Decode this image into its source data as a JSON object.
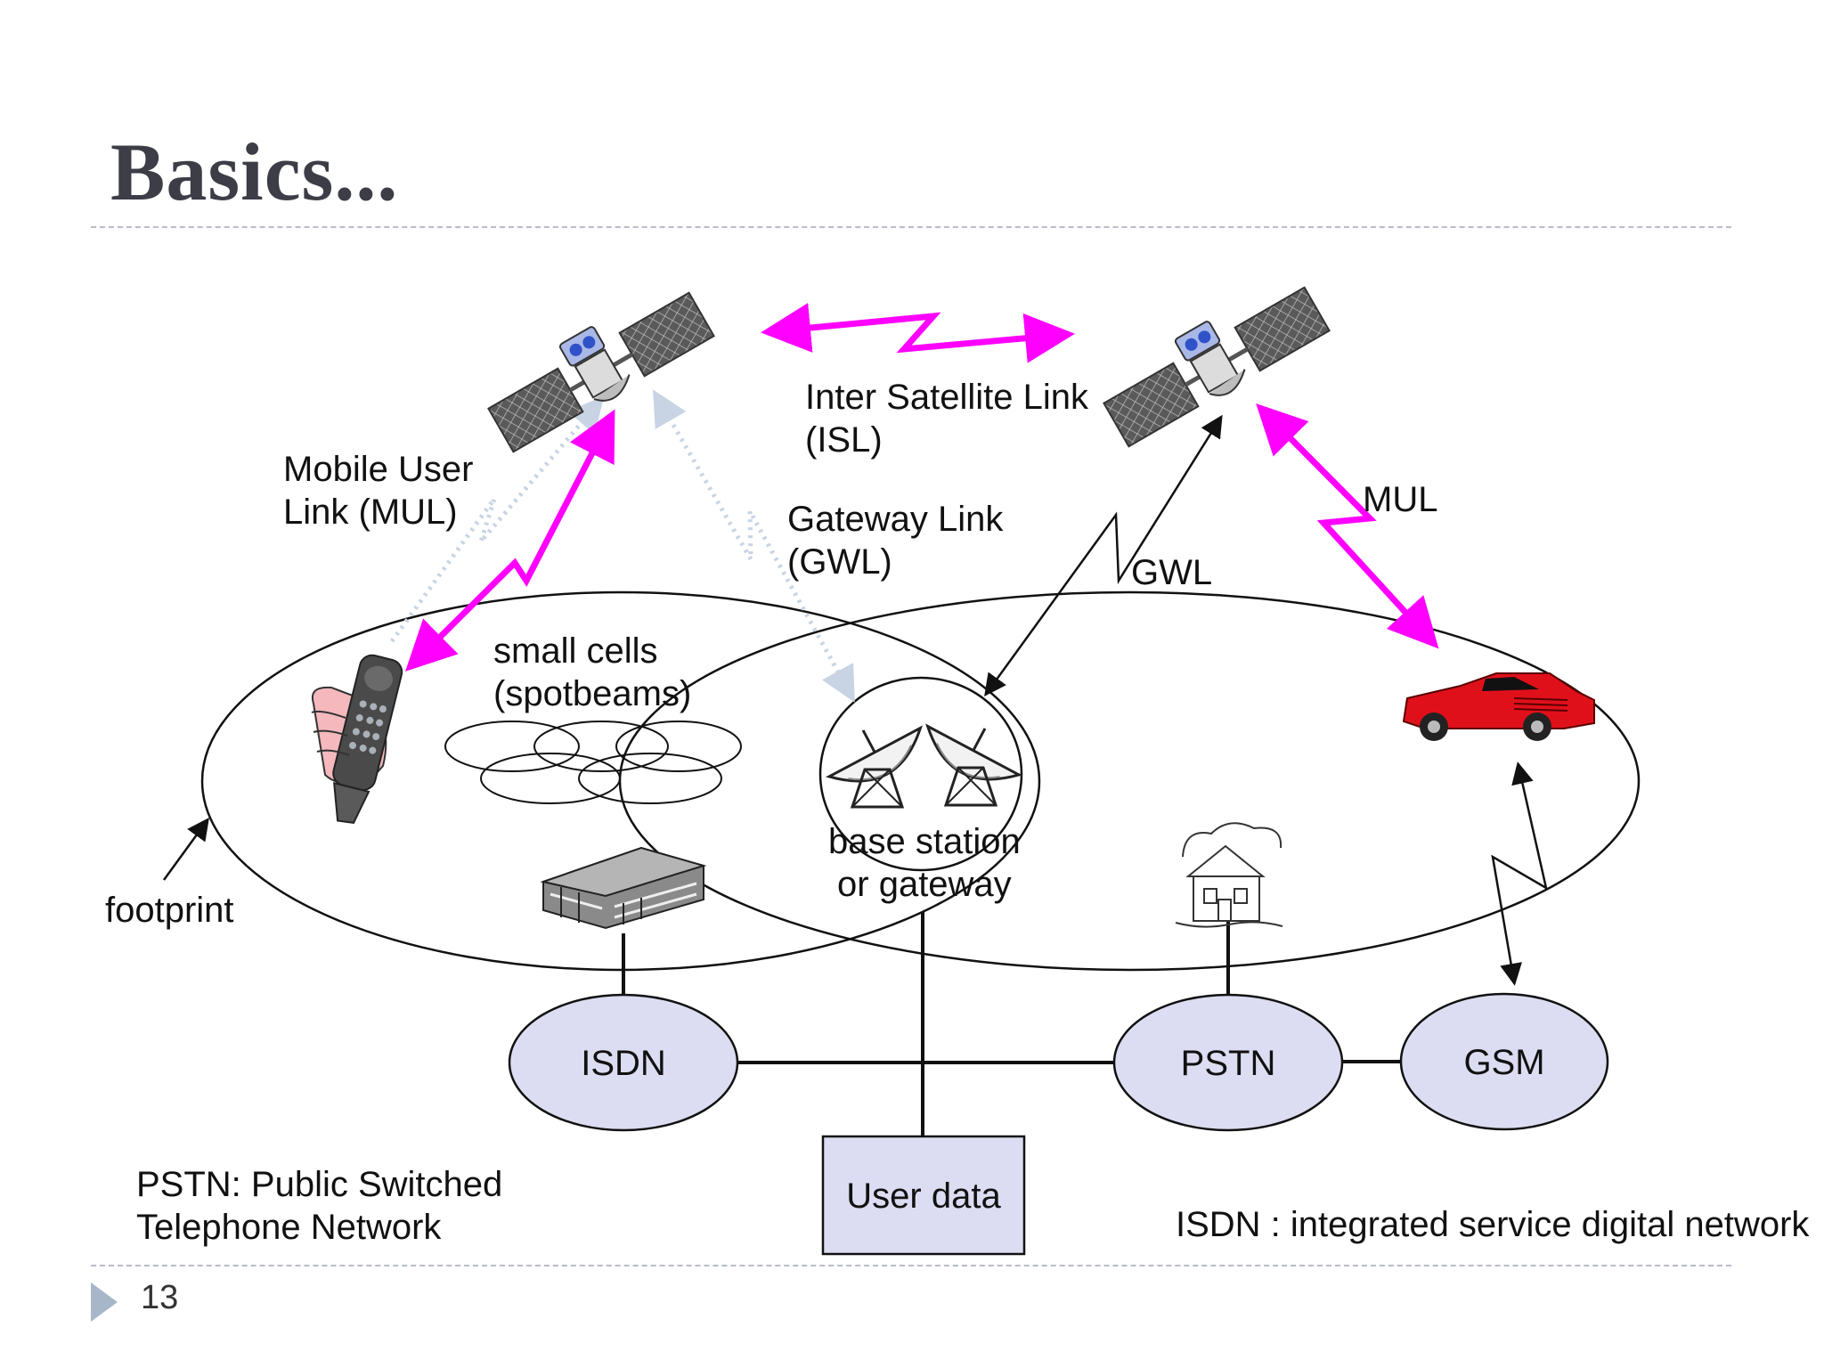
{
  "slide": {
    "title": "Basics...",
    "page_number": "13"
  },
  "labels": {
    "isl": "Inter Satellite Link\n(ISL)",
    "mul_left": "Mobile User\nLink (MUL)",
    "gwl_left": "Gateway Link\n(GWL)",
    "gwl_right": "GWL",
    "mul_right": "MUL",
    "small_cells": "small cells\n(spotbeams)",
    "base_station": "base station\nor gateway",
    "footprint": "footprint"
  },
  "nodes": {
    "isdn": "ISDN",
    "pstn": "PSTN",
    "gsm": "GSM",
    "user_data": "User data"
  },
  "legend": {
    "pstn": "PSTN: Public Switched\nTelephone Network",
    "isdn": "ISDN : integrated service digital network"
  },
  "colors": {
    "link_magenta": "#ff00ff",
    "network_node_fill": "#dcdcf2",
    "title_color": "#3d3d48",
    "car_red": "#e0101a"
  },
  "icons": [
    "satellite-icon",
    "mobile-phone-icon",
    "car-icon",
    "satellite-dish-icon",
    "office-building-icon",
    "house-icon"
  ]
}
